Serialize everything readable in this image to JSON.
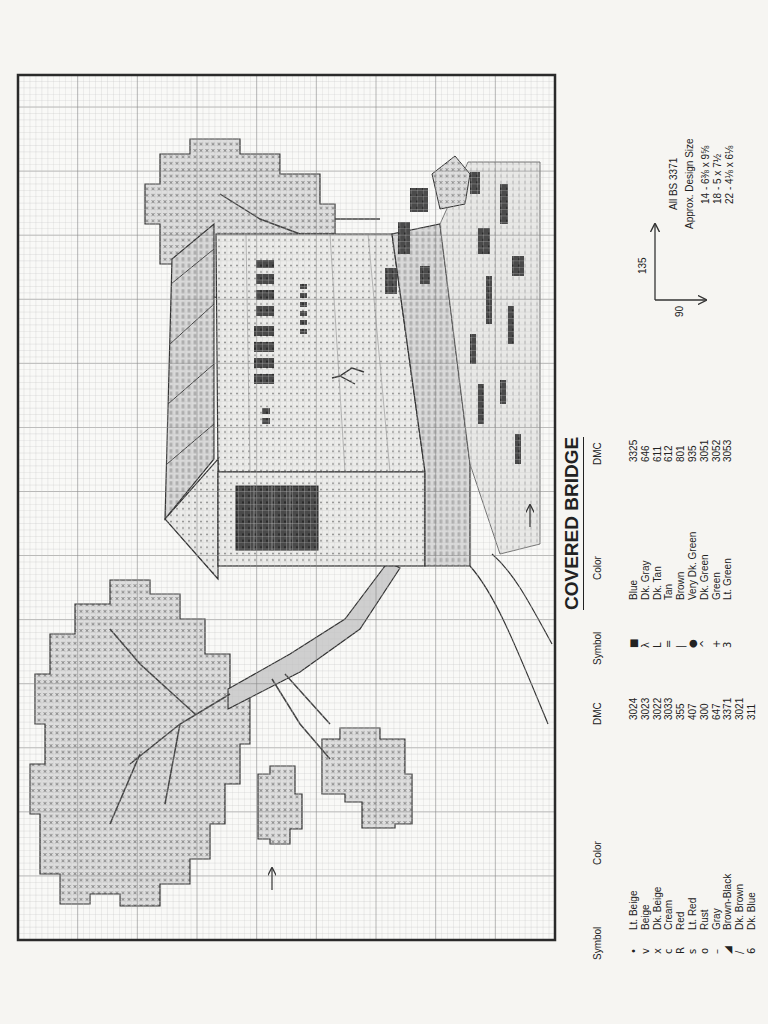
{
  "diagram": {
    "title": "COVERED BRIDGE",
    "labels": [
      "Symbol",
      "Color",
      "DMC",
      "•",
      "Lt. Beige",
      "3024",
      "v",
      "Beige",
      "3023",
      "x",
      "Dk. Beige",
      "3022",
      "c",
      "Cream",
      "3033",
      "R",
      "Red",
      "355",
      "s",
      "Lt. Red",
      "407",
      "o",
      "Rust",
      "300",
      "–",
      "Gray",
      "647",
      "◢",
      "Brown-Black",
      "3371",
      "/",
      "Dk. Brown",
      "3021",
      "6",
      "Dk. Blue",
      "311",
      "Symbol",
      "Color",
      "DMC",
      "■",
      "Blue",
      "3325",
      "λ",
      "Dk. Gray",
      "646",
      "L",
      "Dk. Tan",
      "611",
      "=",
      "Tan",
      "612",
      "|",
      "Brown",
      "801",
      "●",
      "Very Dk. Green",
      "935",
      "^",
      "Dk. Green",
      "3051",
      "+",
      "Green",
      "3052",
      "3",
      "Lt. Green",
      "3053",
      "135",
      "90",
      "All BS 3371",
      "Approx. Design Size",
      "14 - 6⅜ x 9⅝",
      "18 - 5 x 7½",
      "22 - 4⅛ x 6⅛"
    ]
  }
}
